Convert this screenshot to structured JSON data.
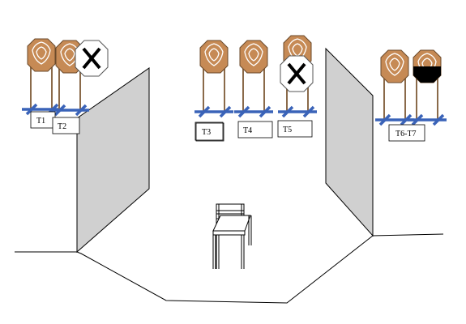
{
  "colors": {
    "target_fill": "#c68a55",
    "target_stroke": "#6b4a2b",
    "stand_blue": "#3a63b8",
    "stand_post": "#8a6a4a",
    "wall_fill": "#d0d0d0",
    "noshoot_x": "#000000",
    "hardcover": "#000000"
  },
  "labels": {
    "t1": "T1",
    "t2": "T2",
    "t3": "T3",
    "t4": "T4",
    "t5": "T5",
    "t6_t7": "T6-T7"
  }
}
